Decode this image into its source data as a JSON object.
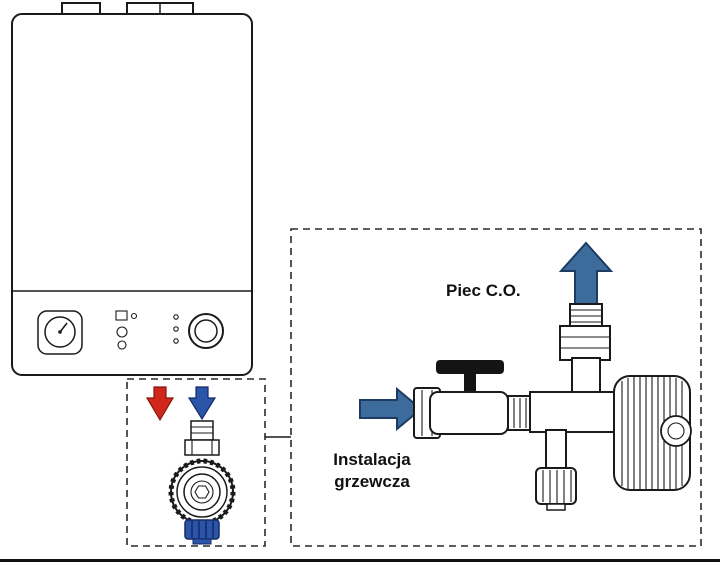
{
  "labels": {
    "outlet_label": "Piec C.O.",
    "inlet_label_line1": "Instalacja",
    "inlet_label_line2": "grzewcza"
  },
  "colors": {
    "red_arrow": "#cf271c",
    "red_arrow_outline": "#8a140c",
    "blue_arrow": "#3c6b9c",
    "blue_arrow_outline": "#1d3c63",
    "blue_fitting": "#2b55a8",
    "blue_fitting_outline": "#142a66",
    "line": "#1a1a1a"
  }
}
